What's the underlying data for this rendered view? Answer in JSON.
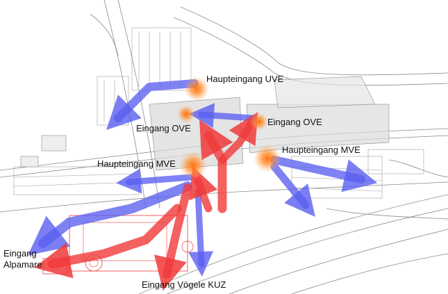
{
  "labels": {
    "haupteingang_uve": "Haupteingang UVE",
    "eingang_ove_left": "Eingang OVE",
    "eingang_ove_right": "Eingang OVE",
    "haupteingang_mve_right": "Haupteingang MVE",
    "haupteingang_mve_left": "Haupteingang MVE",
    "eingang_alpamare_line1": "Eingang",
    "eingang_alpamare_line2": "Alpamare",
    "eingang_voegele_kuz": "Eingang Vögele KUZ"
  },
  "colors": {
    "blue_flow": "#5a5ff0",
    "red_flow": "#f03a3a",
    "entrance_glow": "#ff7a1a",
    "plan_line": "#8a8a8a",
    "building_fill": "#d9d9d9"
  }
}
